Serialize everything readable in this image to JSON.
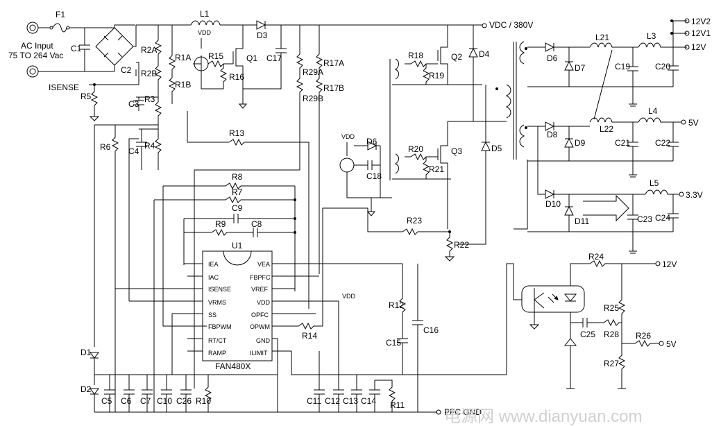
{
  "title": {
    "ac_input": "AC Input",
    "ac_range": "75 TO 264 Vac",
    "vdc": "VDC / 380V",
    "isense": "ISENSE"
  },
  "outputs": {
    "o12v2": "12V2",
    "o12v1": "12V1",
    "o12v": "12V",
    "o5v": "5V",
    "o3v3": "3.3V",
    "fb12v": "12V",
    "fb5v": "5V",
    "pfcgnd": "PFC GND"
  },
  "vdd": {
    "v1": "VDD",
    "v2": "VDD",
    "v3": "VDD"
  },
  "chip": {
    "title": "U1",
    "part": "FAN480X",
    "left_pins": [
      "IEA",
      "IAC",
      "ISENSE",
      "VRMS",
      "SS",
      "FBPWM",
      "RT/CT",
      "RAMP"
    ],
    "right_pins": [
      "VEA",
      "FBPFC",
      "VREF",
      "VDD",
      "OPFC",
      "OPWM",
      "GND",
      "ILIMIT"
    ]
  },
  "components": {
    "F1": "F1",
    "C1": "C1",
    "C2": "C2",
    "R5": "R5",
    "R2A": "R2A",
    "R2B": "R2B",
    "R1A": "R1A",
    "R1B": "R1B",
    "C3": "C3",
    "R3": "R3",
    "C4": "C4",
    "R4": "R4",
    "R6": "R6",
    "L1": "L1",
    "R15": "R15",
    "R16": "R16",
    "Q1": "Q1",
    "C17": "C17",
    "D3": "D3",
    "R29A": "R29A",
    "R29B": "R29B",
    "R17A": "R17A",
    "R17B": "R17B",
    "R13": "R13",
    "R8": "R8",
    "R7": "R7",
    "C9": "C9",
    "R9": "R9",
    "C8": "C8",
    "R18": "R18",
    "R19": "R19",
    "Q2": "Q2",
    "D4": "D4",
    "D6": "D6",
    "C18": "C18",
    "R20": "R20",
    "R21": "R21",
    "Q3": "Q3",
    "D5": "D5",
    "R23": "R23",
    "R22": "R22",
    "D6b": "D6",
    "D7": "D7",
    "L21": "L21",
    "L3": "L3",
    "C19": "C19",
    "C20": "C20",
    "D8": "D8",
    "D9": "D9",
    "L22": "L22",
    "L4": "L4",
    "C21": "C21",
    "C22": "C22",
    "D10": "D10",
    "D11": "D11",
    "L5": "L5",
    "C23": "C23",
    "C24": "C24",
    "R24": "R24",
    "R25": "R25",
    "C25": "C25",
    "R28": "R28",
    "R26": "R26",
    "R27": "R27",
    "R12": "R12",
    "C15": "C15",
    "C16": "C16",
    "R14": "R14",
    "D1": "D1",
    "D2": "D2",
    "C5": "C5",
    "C6": "C6",
    "C7": "C7",
    "C10": "C10",
    "C26": "C26",
    "R10": "R10",
    "C11": "C11",
    "C12": "C12",
    "C13": "C13",
    "C14": "C14",
    "R11": "R11"
  },
  "watermark": "电源网 www.dianyuan.com"
}
